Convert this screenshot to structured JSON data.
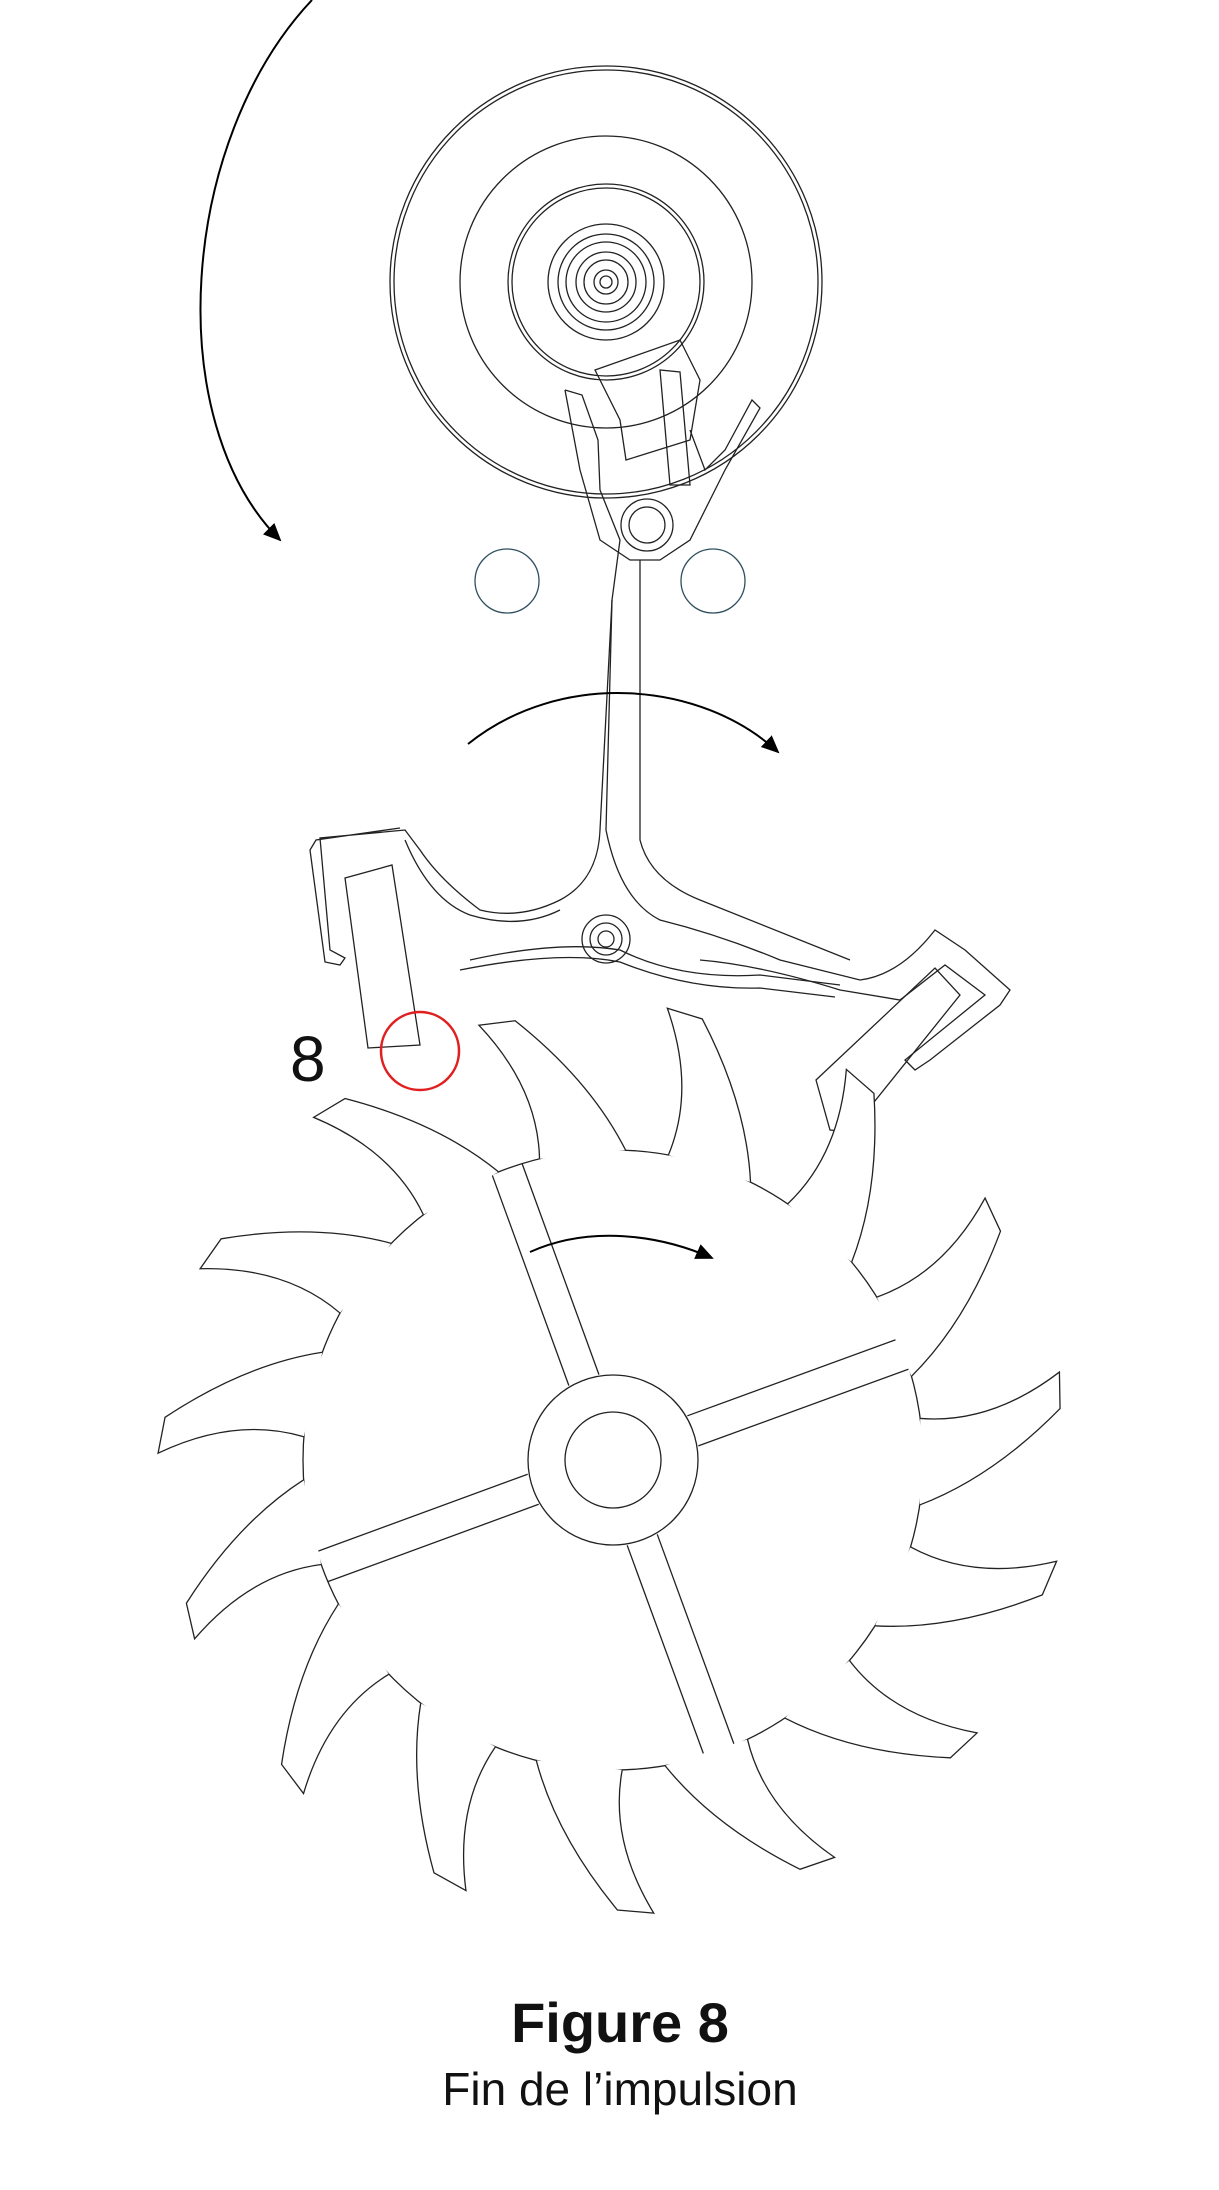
{
  "figure": {
    "title": "Figure 8",
    "subtitle": "Fin de l’impulsion",
    "callout_number": "8"
  },
  "colors": {
    "line": "#222222",
    "arrow": "#000000",
    "pins": "#2f4f5f",
    "highlight": "#e02020"
  },
  "escape_wheel": {
    "tooth_count": 15
  },
  "icons": [
    "rotation-arrow-balance",
    "rotation-arrow-lever",
    "rotation-arrow-escape-wheel"
  ]
}
